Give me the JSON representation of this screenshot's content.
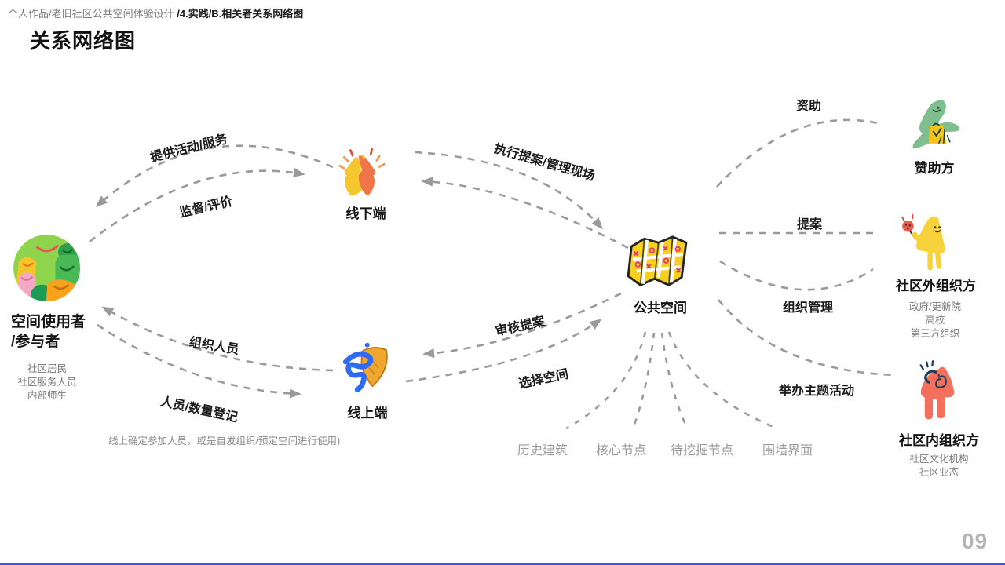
{
  "breadcrumb": {
    "path_gray": "个人作品/老旧社区公共空间体验设计 ",
    "path_bold": "/4.实践/B.相关者关系网络图"
  },
  "title": "关系网络图",
  "page_number": "09",
  "nodes": {
    "user": {
      "label_line1": "空间使用者",
      "label_line2": "/参与者",
      "sub": [
        "社区居民",
        "社区服务人员",
        "内部师生"
      ]
    },
    "offline": {
      "label": "线下端"
    },
    "online": {
      "label": "线上端"
    },
    "public_space": {
      "label": "公共空间"
    },
    "sponsor": {
      "label": "赞助方"
    },
    "outside_org": {
      "label": "社区外组织方",
      "sub": [
        "政府/更新院",
        "高校",
        "第三方组织"
      ]
    },
    "inside_org": {
      "label": "社区内组织方",
      "sub": [
        "社区文化机构",
        "社区业态"
      ]
    }
  },
  "edges": {
    "provide_services": "提供活动/服务",
    "supervise_evaluate": "监督/评价",
    "execute_manage": "执行提案/管理现场",
    "organize_people": "组织人员",
    "register_people": "人员/数量登记",
    "review_proposal": "审核提案",
    "select_space": "选择空间",
    "fund": "资助",
    "proposal": "提案",
    "org_manage": "组织管理",
    "host_events": "举办主题活动"
  },
  "space_features": [
    "历史建筑",
    "核心节点",
    "待挖掘节点",
    "围墙界面"
  ],
  "note": "线上确定参加人员，或是自发组织/预定空间进行使用)",
  "colors": {
    "edge_gray": "#9a9a9a",
    "label_black": "#1b1b1b",
    "accent_blue_bar": "#3f51f0",
    "map_yellow": "#f6cf1f",
    "hand_yellow": "#f5c62e",
    "hand_orange": "#f0764a",
    "online_blue": "#2e6bf0",
    "shield_orange": "#f0a731",
    "sponsor_green": "#7fbe8e",
    "outside_yellow": "#f7d23a",
    "inside_red": "#f2705c",
    "user_circle_green": "#8ed44c"
  }
}
